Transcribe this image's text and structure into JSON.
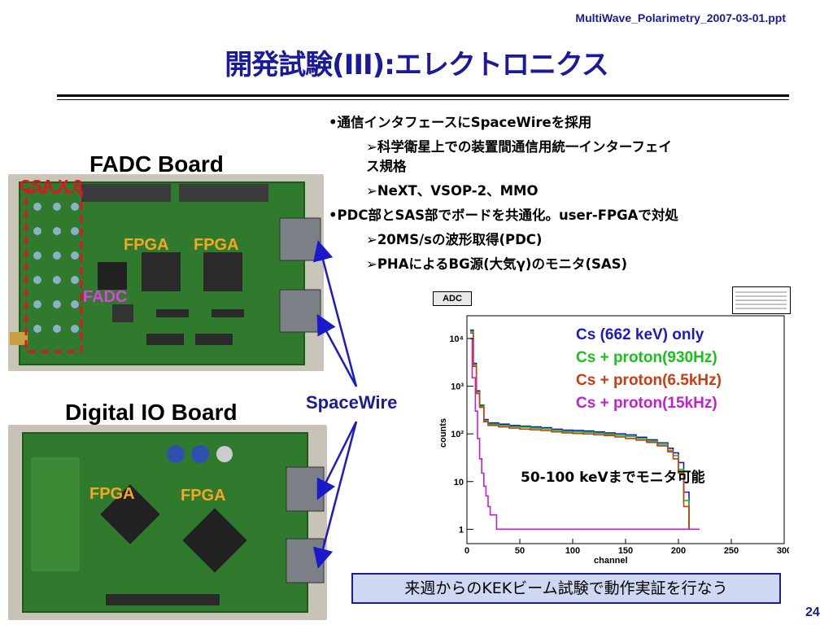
{
  "header": {
    "source_file": "MultiWave_Polarimetry_2007-03-01.ppt",
    "title": "開発試験(III):エレクトロニクス"
  },
  "bullets": [
    {
      "level": 1,
      "marker": "•",
      "text": "通信インタフェースにSpaceWireを採用"
    },
    {
      "level": 2,
      "marker": "➢",
      "text": "科学衛星上での装置間通信用統一インターフェイ"
    },
    {
      "level": 2,
      "marker": "",
      "text": "ス規格"
    },
    {
      "level": 2,
      "marker": "➢",
      "text": "NeXT、VSOP-2、MMO"
    },
    {
      "level": 1,
      "marker": "•",
      "text": "PDC部とSAS部でボードを共通化。user-FPGAで対処"
    },
    {
      "level": 2,
      "marker": "➢",
      "text": "20MS/sの波形取得(PDC)"
    },
    {
      "level": 2,
      "marker": "➢",
      "text": "PHAによるBG源(大気γ)のモニタ(SAS)"
    }
  ],
  "fadc_board": {
    "label": "FADC Board",
    "csa": "CSA X 8",
    "fpga1": "FPGA",
    "fpga2": "FPGA",
    "fadc": "FADC"
  },
  "dio_board": {
    "label": "Digital IO Board",
    "fpga1": "FPGA",
    "fpga2": "FPGA"
  },
  "spacewire_label": "SpaceWire",
  "colors": {
    "title": "#1a1a9c",
    "csa": "#e0141e",
    "fpga": "#f5a623",
    "fadc": "#e040e8",
    "arrow": "#1a1acc",
    "pcb": "#2f7a2c"
  },
  "histogram": {
    "tab_label": "ADC",
    "note": "50-100 keVまでモニタ可能",
    "legend": [
      {
        "text": "Cs (662 keV) only",
        "color": "#1a1acc"
      },
      {
        "text": "Cs + proton(930Hz)",
        "color": "#19c219"
      },
      {
        "text": "Cs + proton(6.5kHz)",
        "color": "#d03a10"
      },
      {
        "text": "Cs + proton(15kHz)",
        "color": "#c41ed0"
      }
    ]
  },
  "chart_data": {
    "type": "line",
    "xlabel": "channel",
    "ylabel": "counts",
    "xlim": [
      0,
      300
    ],
    "ylim": [
      0.5,
      30000
    ],
    "yscale": "log",
    "x_ticks": [
      "0",
      "50",
      "100",
      "150",
      "200",
      "250",
      "300"
    ],
    "y_ticks": [
      {
        "value": 1,
        "label": "1"
      },
      {
        "value": 10,
        "label": "10"
      },
      {
        "value": 100,
        "label": "10²"
      },
      {
        "value": 1000,
        "label": "10³"
      },
      {
        "value": 10000,
        "label": "10⁴"
      }
    ],
    "series": [
      {
        "name": "Cs (662 keV) only",
        "color": "#1a1acc",
        "x": [
          3,
          6,
          9,
          12,
          16,
          20,
          30,
          40,
          50,
          60,
          70,
          80,
          90,
          100,
          110,
          120,
          130,
          140,
          150,
          160,
          170,
          180,
          190,
          195,
          200,
          205,
          210
        ],
        "y": [
          15000,
          3000,
          800,
          400,
          200,
          170,
          160,
          150,
          145,
          140,
          135,
          125,
          120,
          118,
          115,
          110,
          105,
          100,
          95,
          85,
          75,
          65,
          50,
          40,
          25,
          6,
          1
        ]
      },
      {
        "name": "Cs + proton(930Hz)",
        "color": "#19c219",
        "x": [
          3,
          6,
          9,
          12,
          16,
          20,
          30,
          40,
          50,
          60,
          70,
          80,
          90,
          100,
          110,
          120,
          130,
          140,
          150,
          160,
          170,
          180,
          190,
          195,
          200,
          205,
          210
        ],
        "y": [
          14000,
          2800,
          750,
          380,
          190,
          160,
          150,
          142,
          138,
          132,
          128,
          118,
          112,
          110,
          108,
          104,
          98,
          92,
          88,
          80,
          70,
          60,
          45,
          35,
          18,
          4,
          1
        ]
      },
      {
        "name": "Cs + proton(6.5kHz)",
        "color": "#d03a10",
        "x": [
          3,
          6,
          9,
          12,
          16,
          20,
          30,
          40,
          50,
          60,
          70,
          80,
          90,
          100,
          110,
          120,
          130,
          140,
          150,
          160,
          170,
          180,
          190,
          195,
          200,
          205,
          210
        ],
        "y": [
          13000,
          2600,
          700,
          360,
          180,
          150,
          140,
          132,
          126,
          122,
          118,
          110,
          105,
          102,
          100,
          96,
          92,
          86,
          80,
          74,
          66,
          56,
          42,
          30,
          15,
          3,
          1
        ]
      },
      {
        "name": "Cs + proton(15kHz)",
        "color": "#c41ed0",
        "x": [
          3,
          5,
          8,
          10,
          12,
          14,
          16,
          18,
          20,
          22,
          25,
          28,
          30,
          35,
          40,
          50,
          60,
          80,
          100,
          120,
          140,
          160,
          180,
          200,
          220
        ],
        "y": [
          10000,
          1500,
          300,
          80,
          30,
          15,
          8,
          5,
          3,
          2,
          2,
          1,
          1,
          1,
          1,
          1,
          1,
          1,
          1,
          1,
          1,
          1,
          1,
          1,
          1
        ]
      }
    ]
  },
  "bottom_box": "来週からのKEKビーム試験で動作実証を行なう",
  "page_number": "24"
}
